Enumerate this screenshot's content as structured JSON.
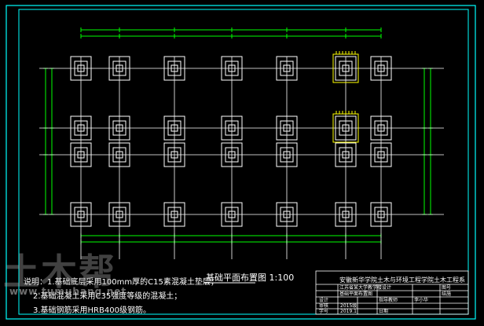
{
  "title": "基础平面布置图 1:100",
  "notes": [
    "说明：1.基础底层采用100mm厚的C15素混凝土垫层；",
    "2.基础混凝土采用C35强度等级的混凝土；",
    "3.基础钢筋采用HRB400级钢筋。"
  ],
  "title_block": {
    "school": "安徽新华学院土木与环境工程学院土木工程系",
    "project": "江苏省某大学教学楼设计",
    "drawing_name": "基础平面布置图",
    "role_design": "设计",
    "role_check": "审核",
    "role_draw": "指导教师",
    "name_1": "李小华",
    "year_1": "2015级",
    "year_2": "2019.1",
    "label_1": "学号",
    "label_2": "图号",
    "label_3": "结施",
    "label_4": "日期"
  },
  "watermark": {
    "brand": "土木帮",
    "url": "www.tumubang.net"
  },
  "colors": {
    "background": "#000000",
    "border": "#00ffff",
    "lines": "#ffffff",
    "dims": "#00ff00",
    "rebar": "#ffff00"
  }
}
